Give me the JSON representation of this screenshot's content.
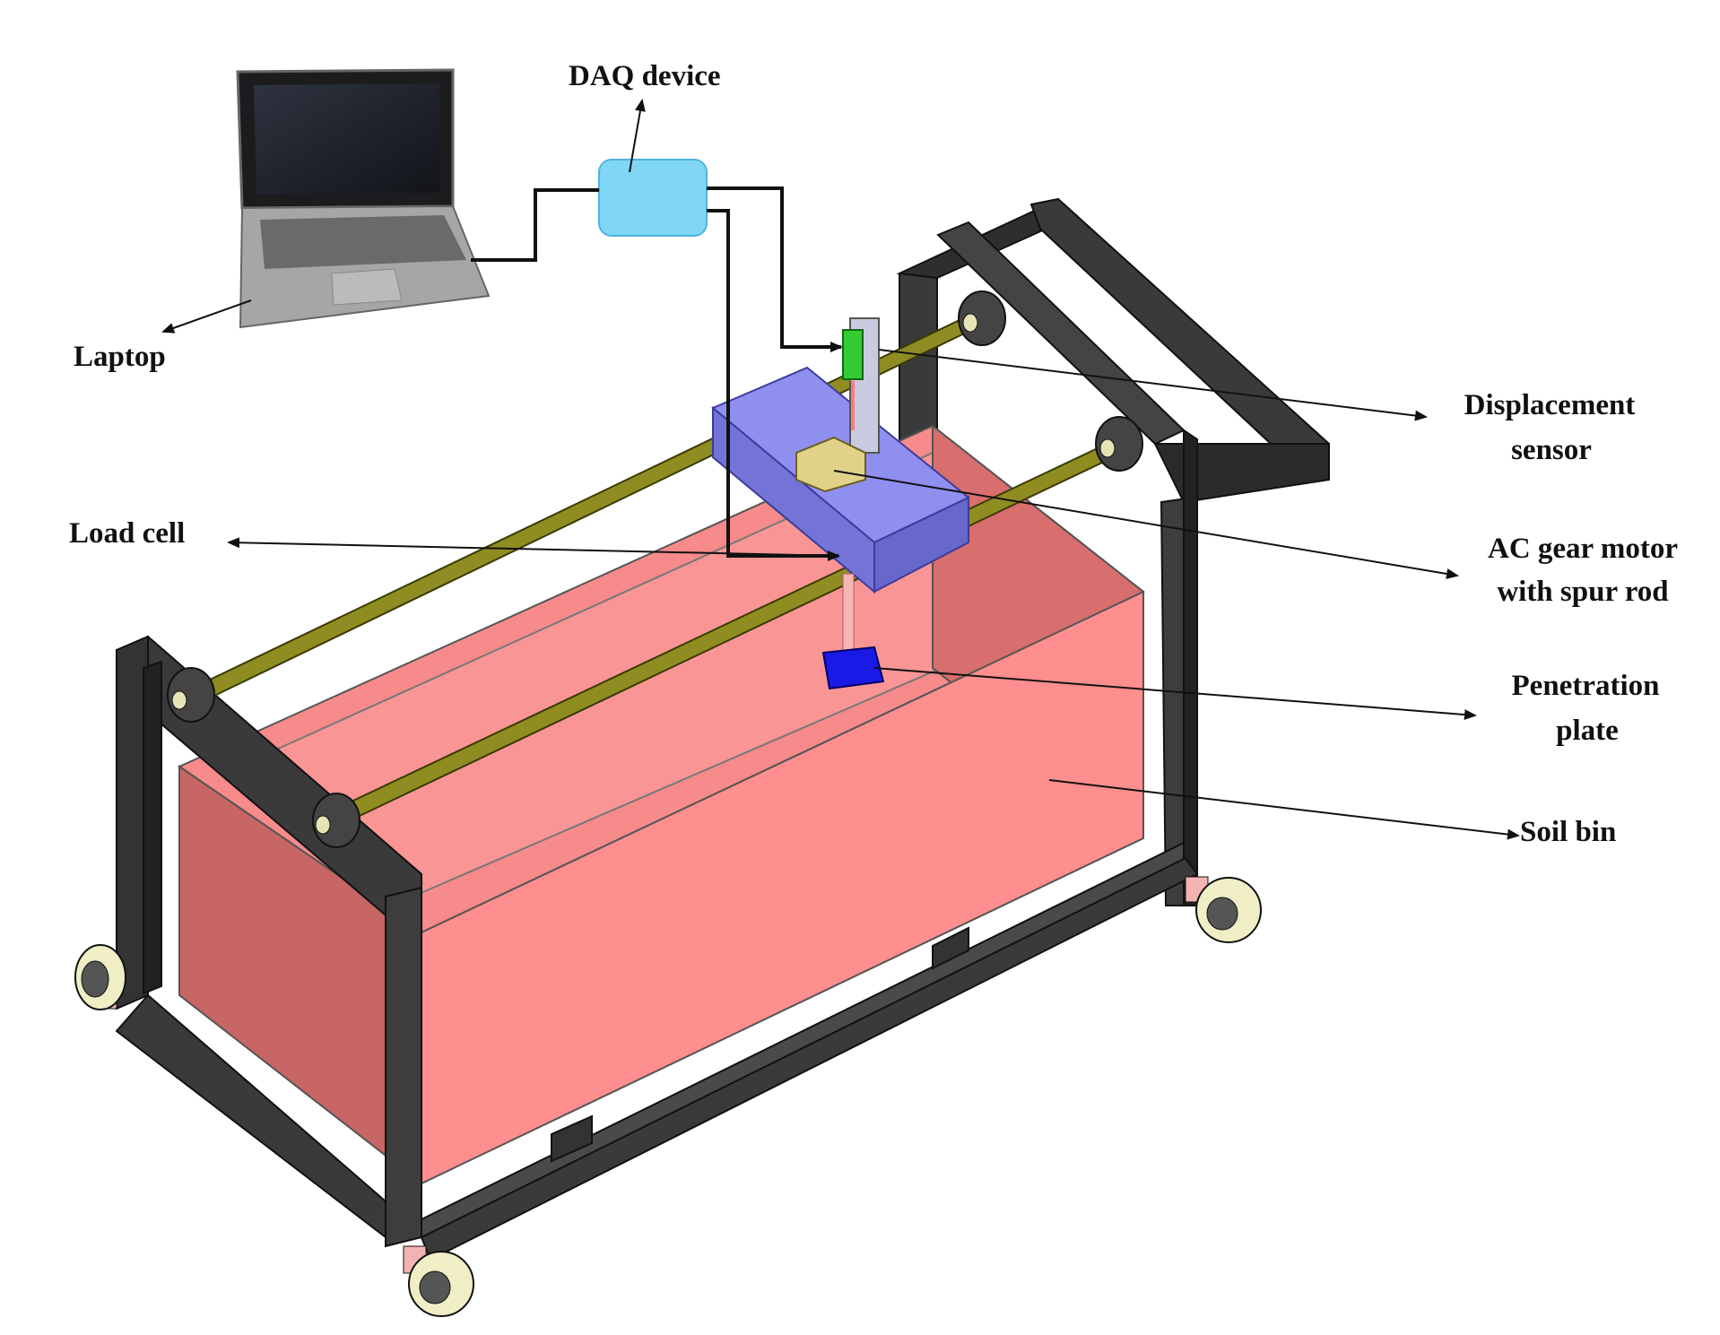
{
  "labels": {
    "daq_device": "DAQ device",
    "laptop": "Laptop",
    "displacement_sensor": [
      "Displacement",
      "sensor"
    ],
    "load_cell": "Load cell",
    "ac_gear_motor": [
      "AC gear motor",
      "with spur rod"
    ],
    "penetration_plate": [
      "Penetration",
      "plate"
    ],
    "soil_bin": "Soil bin"
  },
  "colors": {
    "frame": "#3a3a3a",
    "soil_bin": "#ff8a8a",
    "rail": "#8f8d22",
    "carriage": "#8f8ff0",
    "daq": "#7fd6f5",
    "sensor": "#33cc33",
    "plate": "#1a1ae6",
    "wheel": "#efeec4",
    "laptop_body": "#a8a6a4"
  }
}
